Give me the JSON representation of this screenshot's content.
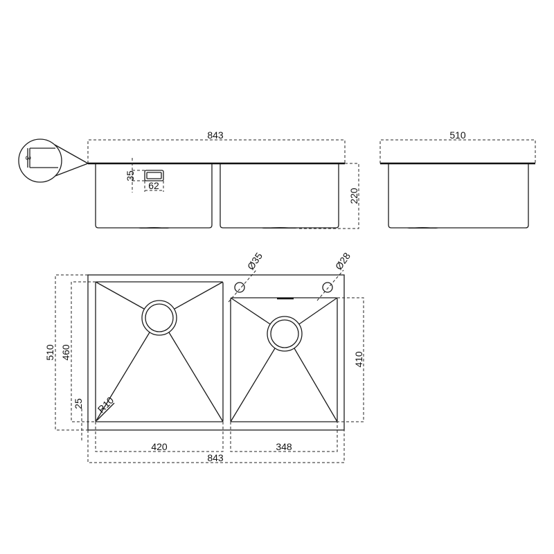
{
  "front_view": {
    "overall_width": "843",
    "height": "220",
    "overflow_height": "35",
    "overflow_width": "62",
    "detail_thickness": "3"
  },
  "side_view": {
    "overall_depth": "510"
  },
  "top_view": {
    "overall_depth": "510",
    "bowl_depth_left": "460",
    "rim_offset": "25",
    "corner_radius": "R10",
    "left_bowl_width": "420",
    "right_bowl_width": "348",
    "right_bowl_depth": "410",
    "overall_width": "843",
    "tap_hole_left": "Ø35",
    "tap_hole_right": "Ø28"
  }
}
